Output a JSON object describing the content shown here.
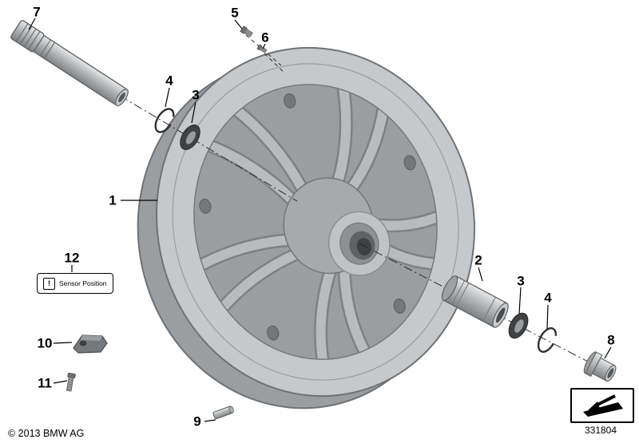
{
  "labels": {
    "p1": "1",
    "p2": "2",
    "p3a": "3",
    "p3b": "3",
    "p4a": "4",
    "p4b": "4",
    "p5": "5",
    "p6": "6",
    "p7": "7",
    "p8": "8",
    "p9": "9",
    "p10": "10",
    "p11": "11",
    "p12": "12"
  },
  "sensor_badge": {
    "icon_char": "!",
    "text": "Sensor Position"
  },
  "footer": {
    "copyright": "© 2013 BMW AG",
    "part_number": "331804"
  },
  "colors": {
    "line": "#000000",
    "wheel_face": "#c6c9cb",
    "wheel_depth": "#9b9ea0",
    "wheel_edge": "#6f7274",
    "dark_part": "#3f4143",
    "background": "#ffffff"
  }
}
